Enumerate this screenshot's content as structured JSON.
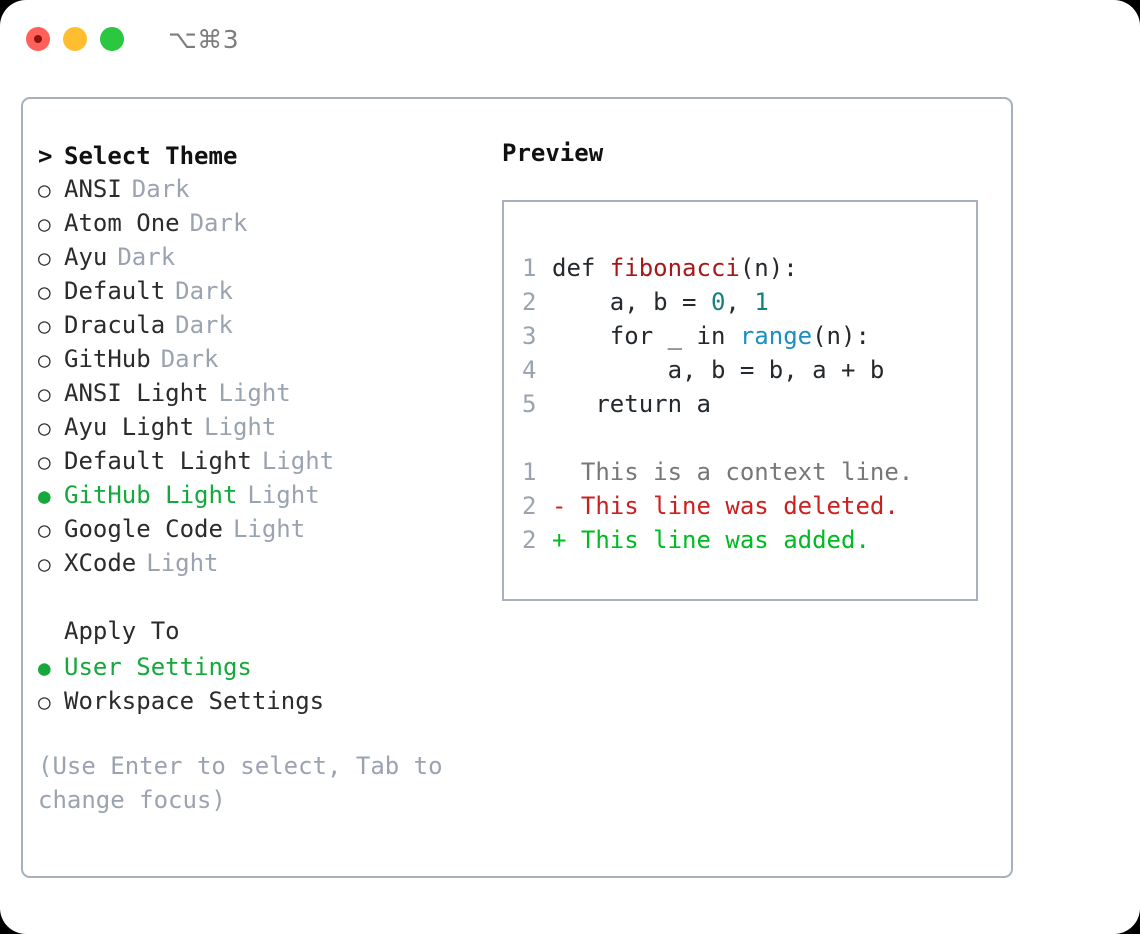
{
  "window": {
    "shortcut": "⌥⌘3",
    "traffic_lights": [
      {
        "name": "close",
        "color": "#ff6058"
      },
      {
        "name": "minimize",
        "color": "#ffbe2f"
      },
      {
        "name": "maximize",
        "color": "#2bc740"
      }
    ]
  },
  "theme_picker": {
    "header": {
      "caret": ">",
      "title": "Select Theme"
    },
    "bullet_empty": "○",
    "bullet_filled": "●",
    "items": [
      {
        "label": "ANSI",
        "variant": "Dark",
        "selected": false
      },
      {
        "label": "Atom One",
        "variant": "Dark",
        "selected": false
      },
      {
        "label": "Ayu",
        "variant": "Dark",
        "selected": false
      },
      {
        "label": "Default",
        "variant": "Dark",
        "selected": false
      },
      {
        "label": "Dracula",
        "variant": "Dark",
        "selected": false
      },
      {
        "label": "GitHub",
        "variant": "Dark",
        "selected": false
      },
      {
        "label": "ANSI Light",
        "variant": "Light",
        "selected": false
      },
      {
        "label": "Ayu Light",
        "variant": "Light",
        "selected": false
      },
      {
        "label": "Default Light",
        "variant": "Light",
        "selected": false
      },
      {
        "label": "GitHub Light",
        "variant": "Light",
        "selected": true
      },
      {
        "label": "Google Code",
        "variant": "Light",
        "selected": false
      },
      {
        "label": "XCode",
        "variant": "Light",
        "selected": false
      }
    ]
  },
  "apply_to": {
    "title": "Apply To",
    "options": [
      {
        "label": "User Settings",
        "selected": true
      },
      {
        "label": "Workspace Settings",
        "selected": false
      }
    ]
  },
  "hint": "(Use Enter to select, Tab to change focus)",
  "preview": {
    "title": "Preview",
    "code_lines": [
      {
        "no": "1",
        "tokens": [
          {
            "t": "def ",
            "k": "plain"
          },
          {
            "t": "fibonacci",
            "k": "fn"
          },
          {
            "t": "(n):",
            "k": "plain"
          }
        ]
      },
      {
        "no": "2",
        "tokens": [
          {
            "t": "    a, b = ",
            "k": "plain"
          },
          {
            "t": "0",
            "k": "num"
          },
          {
            "t": ", ",
            "k": "plain"
          },
          {
            "t": "1",
            "k": "num"
          }
        ]
      },
      {
        "no": "3",
        "tokens": [
          {
            "t": "    for _ in ",
            "k": "plain"
          },
          {
            "t": "range",
            "k": "call"
          },
          {
            "t": "(n):",
            "k": "plain"
          }
        ]
      },
      {
        "no": "4",
        "tokens": [
          {
            "t": "        a, b = b, a + b",
            "k": "plain"
          }
        ]
      },
      {
        "no": "5",
        "tokens": [
          {
            "t": "   return a",
            "k": "plain"
          }
        ]
      }
    ],
    "diff_lines": [
      {
        "no": "1",
        "sign": " ",
        "text": " This is a context line.",
        "kind": "ctx"
      },
      {
        "no": "2",
        "sign": "-",
        "text": " This line was deleted.",
        "kind": "del"
      },
      {
        "no": "2",
        "sign": "+",
        "text": " This line was added.",
        "kind": "add"
      }
    ]
  },
  "colors": {
    "selected_green": "#15a83c",
    "muted": "#9aa3b0",
    "border": "#a7b0bd",
    "text": "#24292e",
    "diff_add": "#00bb22",
    "diff_del": "#cc2020",
    "syntax_fn": "#a81818",
    "syntax_num": "#15807f",
    "syntax_call": "#1a8fc4"
  }
}
